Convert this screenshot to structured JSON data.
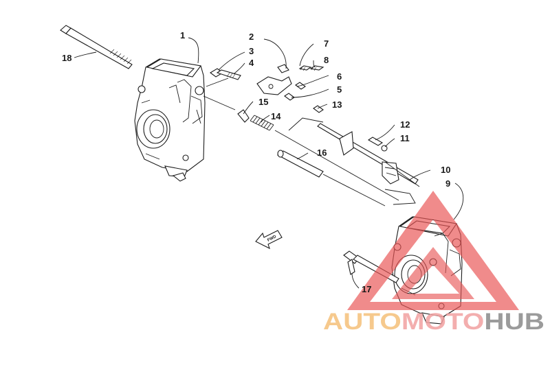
{
  "callouts": [
    {
      "id": "1",
      "label": "1"
    },
    {
      "id": "2",
      "label": "2"
    },
    {
      "id": "3",
      "label": "3"
    },
    {
      "id": "4",
      "label": "4"
    },
    {
      "id": "5",
      "label": "5"
    },
    {
      "id": "6",
      "label": "6"
    },
    {
      "id": "7",
      "label": "7"
    },
    {
      "id": "8",
      "label": "8"
    },
    {
      "id": "9",
      "label": "9"
    },
    {
      "id": "10",
      "label": "10"
    },
    {
      "id": "11",
      "label": "11"
    },
    {
      "id": "12",
      "label": "12"
    },
    {
      "id": "13",
      "label": "13"
    },
    {
      "id": "14",
      "label": "14"
    },
    {
      "id": "15",
      "label": "15"
    },
    {
      "id": "16",
      "label": "16"
    },
    {
      "id": "17",
      "label": "17"
    },
    {
      "id": "18",
      "label": "18"
    }
  ],
  "direction_arrow": {
    "text": "FWD"
  },
  "watermark": {
    "part1": "AUTO",
    "part2": "MOTO",
    "part3": "HUB",
    "colors": {
      "auto": "#f5c07a",
      "moto": "#f2a0a0",
      "hub": "#8a8a8a",
      "triangle": "#e85555"
    }
  }
}
